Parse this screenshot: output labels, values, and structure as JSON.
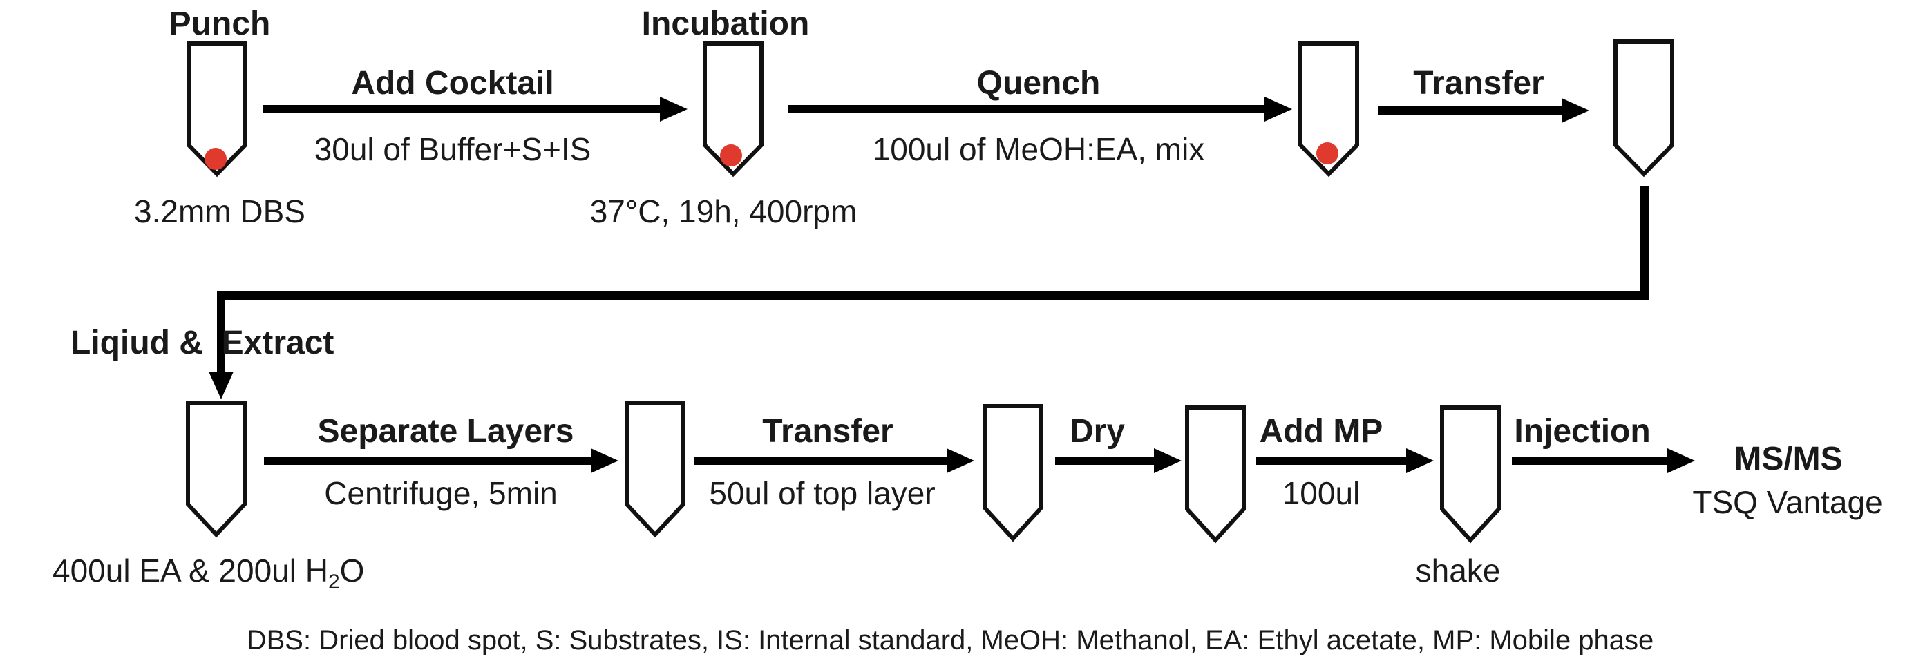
{
  "colors": {
    "liquid_light_cyan": "#a5ebf5",
    "upper_layer": "#bfe8ea",
    "lower_layer": "#4fb3e8",
    "dried_residue": "#c9ecec",
    "blood_spot": "#e03a2e",
    "outline": "#111111",
    "arrow": "#000000"
  },
  "row1": {
    "punch_title": "Punch",
    "punch_note": "3.2mm DBS",
    "step1_label": "Add Cocktail",
    "step1_note": "30ul of Buffer+S+IS",
    "incubation_title": "Incubation",
    "incubation_note": "37°C, 19h, 400rpm",
    "step2_label": "Quench",
    "step2_note": "100ul of MeOH:EA, mix",
    "step3_label": "Transfer"
  },
  "row2": {
    "extract_title": "Liqiud &  Extract",
    "extract_note_prefix": "400ul EA & 200ul H",
    "extract_note_sub": "2",
    "extract_note_suffix": "O",
    "step4_label": "Separate Layers",
    "step4_note": "Centrifuge, 5min",
    "step5_label": "Transfer",
    "step5_note": "50ul of top layer",
    "step6_label": "Dry",
    "step7_label": "Add MP",
    "step7_note": "100ul",
    "shake_note": "shake",
    "step8_label": "Injection",
    "final_label": "MS/MS",
    "final_note": "TSQ Vantage"
  },
  "legend": "DBS: Dried blood spot, S: Substrates, IS: Internal standard, MeOH: Methanol, EA: Ethyl acetate, MP: Mobile phase"
}
